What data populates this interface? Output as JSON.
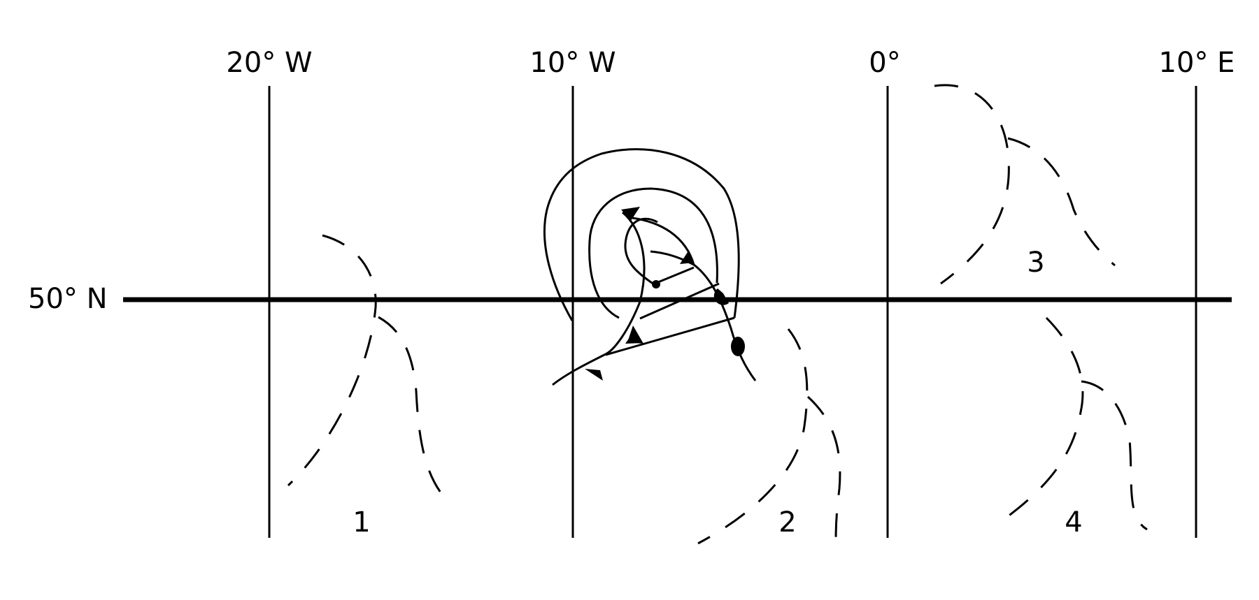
{
  "longitudes": [
    {
      "label": "20° W"
    },
    {
      "label": "10° W"
    },
    {
      "label": "0°"
    },
    {
      "label": "10° E"
    }
  ],
  "latitude": {
    "label": "50° N"
  },
  "panels": [
    {
      "label": "1"
    },
    {
      "label": "2"
    },
    {
      "label": "3"
    },
    {
      "label": "4"
    }
  ],
  "colors": {
    "ink": "#000000",
    "background": "#ffffff"
  }
}
